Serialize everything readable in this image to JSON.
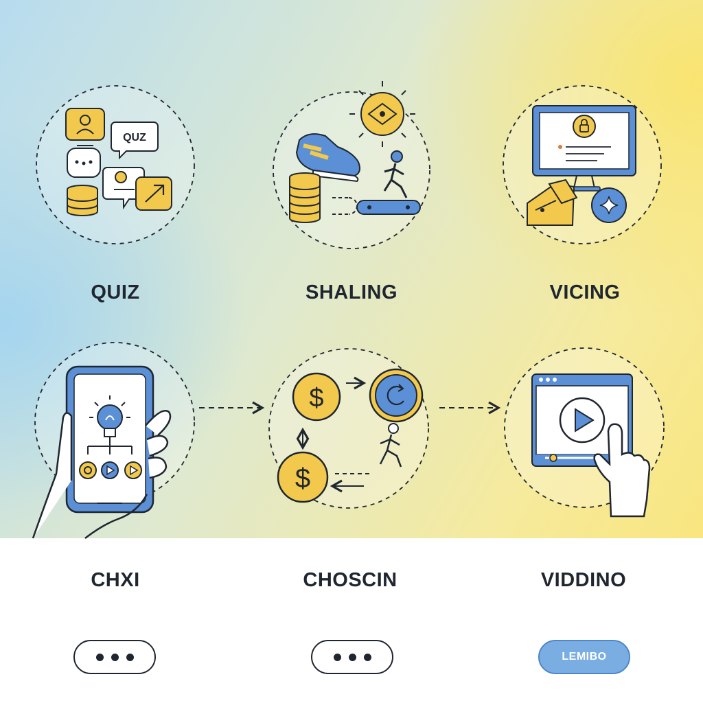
{
  "colors": {
    "accent_blue": "#5b8fd6",
    "accent_yellow": "#f2c94c",
    "outline": "#1f2630",
    "button_blue": "#7aaee3"
  },
  "cards": [
    {
      "label": "QUIZ",
      "icon": "quiz-icon-cluster",
      "icon_text": "QUZ"
    },
    {
      "label": "SHALING",
      "icon": "sneaker-coins-runner-icon"
    },
    {
      "label": "VICING",
      "icon": "monitor-lock-icon"
    },
    {
      "label": "CHXI",
      "icon": "phone-lightbulb-icon"
    },
    {
      "label": "CHOSCIN",
      "icon": "coins-exchange-icon"
    },
    {
      "label": "VIDDINO",
      "icon": "video-player-icon"
    }
  ],
  "buttons": [
    {
      "type": "more",
      "icon": "ellipsis-icon"
    },
    {
      "type": "more",
      "icon": "ellipsis-icon"
    },
    {
      "type": "text",
      "label": "LEMIBO"
    }
  ]
}
